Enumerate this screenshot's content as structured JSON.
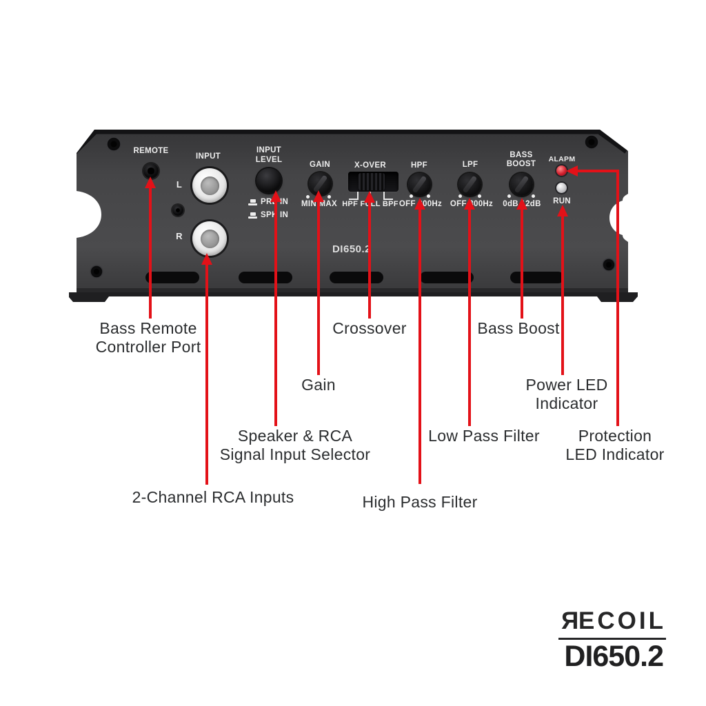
{
  "panel": {
    "remote": "REMOTE",
    "input": "INPUT",
    "channel_left": "L",
    "channel_right": "R",
    "input_level_line1": "INPUT",
    "input_level_line2": "LEVEL",
    "pre_in": "PRE IN",
    "spk_in": "SPK IN",
    "gain_label": "GAIN",
    "gain_scale": "MIN MAX",
    "xover_label": "X-OVER",
    "xover_scale": "HPF FULL BPF",
    "hpf_label": "HPF",
    "hpf_scale": "OFF 300Hz",
    "lpf_label": "LPF",
    "lpf_scale": "OFF 300Hz",
    "bass_boost_line1": "BASS",
    "bass_boost_line2": "BOOST",
    "bass_boost_scale": "0dB 12dB",
    "alarm_led_label": "ALAPM",
    "run_led_label": "RUN",
    "model": "DI650.2"
  },
  "callouts": {
    "bass_remote": {
      "line1": "Bass Remote",
      "line2": "Controller Port"
    },
    "crossover": {
      "line1": "Crossover"
    },
    "bass_boost": {
      "line1": "Bass Boost"
    },
    "gain": {
      "line1": "Gain"
    },
    "power_led": {
      "line1": "Power LED",
      "line2": "Indicator"
    },
    "speaker_rca": {
      "line1": "Speaker & RCA",
      "line2": "Signal Input Selector"
    },
    "low_pass": {
      "line1": "Low Pass Filter"
    },
    "protection_led": {
      "line1": "Protection",
      "line2": "LED Indicator"
    },
    "rca_inputs": {
      "line1": "2-Channel RCA Inputs"
    },
    "high_pass": {
      "line1": "High Pass Filter"
    }
  },
  "logo": {
    "brand_first_letter": "R",
    "brand_rest": "ECOIL",
    "model": "DI650.2"
  },
  "colors": {
    "arrow_red": "#e31118",
    "panel_gray": "#464648",
    "led_alarm_red": "#d3202e",
    "led_run_gray": "#c9c9cc",
    "label_text": "#2a2c2e"
  }
}
